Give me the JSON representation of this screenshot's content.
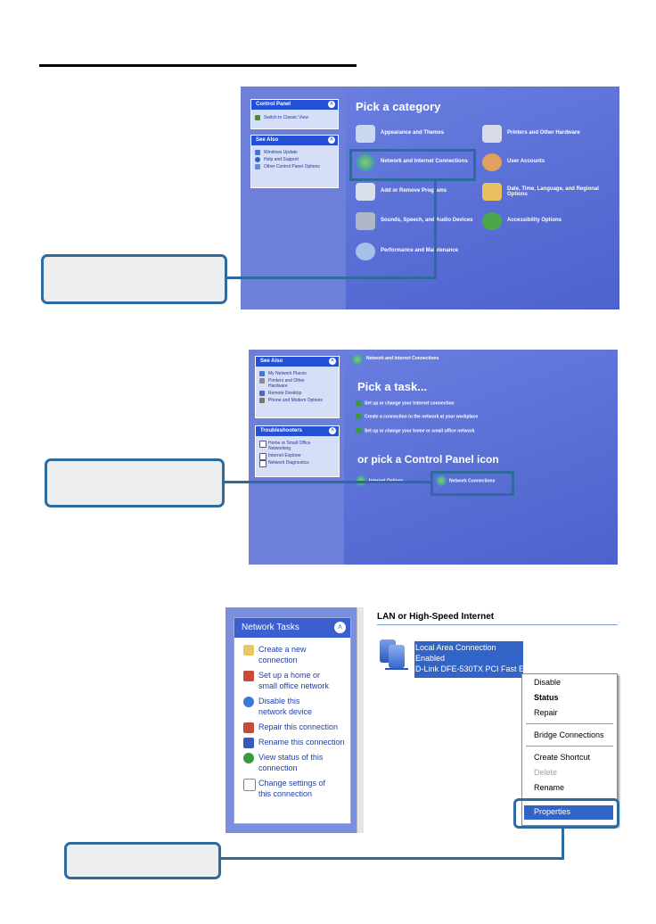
{
  "panel1": {
    "side_title": "Control Panel",
    "switch_view": "Switch to Classic View",
    "see_also_title": "See Also",
    "see_also": [
      "Windows Update",
      "Help and Support",
      "Other Control Panel Options"
    ],
    "heading": "Pick a category",
    "categories": [
      "Appearance and Themes",
      "Printers and Other Hardware",
      "Network and Internet Connections",
      "User Accounts",
      "Add or Remove Programs",
      "Date, Time, Language, and Regional Options",
      "Sounds, Speech, and Audio Devices",
      "Accessibility Options",
      "Performance and Maintenance"
    ]
  },
  "panel2": {
    "see_also_title": "See Also",
    "see_also": [
      "My Network Places",
      "Printers and Other Hardware",
      "Remote Desktop",
      "Phone and Modem Options"
    ],
    "troubleshooters_title": "Troubleshooters",
    "troubleshooters": [
      "Home or Small Office Networking",
      "Internet Explorer",
      "Network Diagnostics"
    ],
    "title_bar": "Network and Internet Connections",
    "heading": "Pick a task...",
    "tasks": [
      "Set up or change your Internet connection",
      "Create a connection to the network at your workplace",
      "Set up or change your home or small office network"
    ],
    "subheading": "or pick a Control Panel icon",
    "icons": [
      "Internet Options",
      "Network Connections"
    ]
  },
  "panel3": {
    "tasks_title": "Network Tasks",
    "tasks": [
      "Create a new connection",
      "Set up a home or small office network",
      "Disable this network device",
      "Repair this connection",
      "Rename this connection",
      "View status of this connection",
      "Change settings of this connection"
    ],
    "group_title": "LAN or High-Speed Internet",
    "connection": {
      "name": "Local Area Connection",
      "status": "Enabled",
      "device": "D-Link DFE-530TX PCI Fast Et..."
    },
    "menu": [
      "Disable",
      "Status",
      "Repair",
      "Bridge Connections",
      "Create Shortcut",
      "Delete",
      "Rename",
      "Properties"
    ]
  }
}
